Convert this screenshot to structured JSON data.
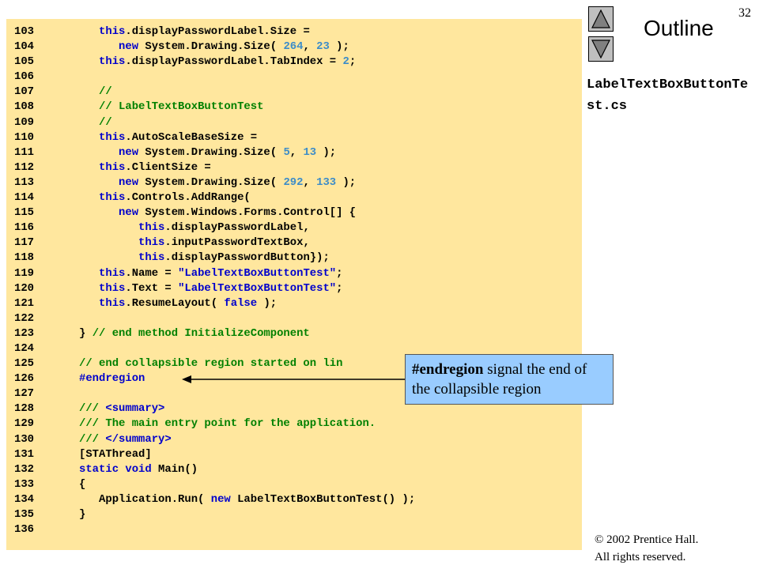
{
  "slide_number": "32",
  "outline": {
    "title": "Outline",
    "up_button": "up-arrow-icon",
    "down_button": "down-arrow-icon",
    "filename": "LabelTextBoxButtonTest.cs"
  },
  "callout": {
    "keyword": "#endregion",
    "text": " signal the end of the collapsible region"
  },
  "copyright": {
    "line1": "© 2002 Prentice Hall.",
    "line2": "All rights reserved."
  },
  "code_lines": [
    {
      "n": "103",
      "segs": [
        [
          "p",
          "         "
        ],
        [
          "k",
          "this"
        ],
        [
          "p",
          ".displayPasswordLabel.Size ="
        ]
      ]
    },
    {
      "n": "104",
      "segs": [
        [
          "p",
          "            "
        ],
        [
          "k",
          "new"
        ],
        [
          "p",
          " System.Drawing.Size( "
        ],
        [
          "n",
          "264"
        ],
        [
          "p",
          ", "
        ],
        [
          "n",
          "23"
        ],
        [
          "p",
          " );"
        ]
      ]
    },
    {
      "n": "105",
      "segs": [
        [
          "p",
          "         "
        ],
        [
          "k",
          "this"
        ],
        [
          "p",
          ".displayPasswordLabel.TabIndex = "
        ],
        [
          "n",
          "2"
        ],
        [
          "p",
          ";"
        ]
      ]
    },
    {
      "n": "106",
      "segs": []
    },
    {
      "n": "107",
      "segs": [
        [
          "p",
          "         "
        ],
        [
          "c",
          "//"
        ]
      ]
    },
    {
      "n": "108",
      "segs": [
        [
          "p",
          "         "
        ],
        [
          "c",
          "// LabelTextBoxButtonTest"
        ]
      ]
    },
    {
      "n": "109",
      "segs": [
        [
          "p",
          "         "
        ],
        [
          "c",
          "//"
        ]
      ]
    },
    {
      "n": "110",
      "segs": [
        [
          "p",
          "         "
        ],
        [
          "k",
          "this"
        ],
        [
          "p",
          ".AutoScaleBaseSize ="
        ]
      ]
    },
    {
      "n": "111",
      "segs": [
        [
          "p",
          "            "
        ],
        [
          "k",
          "new"
        ],
        [
          "p",
          " System.Drawing.Size( "
        ],
        [
          "n",
          "5"
        ],
        [
          "p",
          ", "
        ],
        [
          "n",
          "13"
        ],
        [
          "p",
          " );"
        ]
      ]
    },
    {
      "n": "112",
      "segs": [
        [
          "p",
          "         "
        ],
        [
          "k",
          "this"
        ],
        [
          "p",
          ".ClientSize ="
        ]
      ]
    },
    {
      "n": "113",
      "segs": [
        [
          "p",
          "            "
        ],
        [
          "k",
          "new"
        ],
        [
          "p",
          " System.Drawing.Size( "
        ],
        [
          "n",
          "292"
        ],
        [
          "p",
          ", "
        ],
        [
          "n",
          "133"
        ],
        [
          "p",
          " );"
        ]
      ]
    },
    {
      "n": "114",
      "segs": [
        [
          "p",
          "         "
        ],
        [
          "k",
          "this"
        ],
        [
          "p",
          ".Controls.AddRange("
        ]
      ]
    },
    {
      "n": "115",
      "segs": [
        [
          "p",
          "            "
        ],
        [
          "k",
          "new"
        ],
        [
          "p",
          " System.Windows.Forms.Control[] {"
        ]
      ]
    },
    {
      "n": "116",
      "segs": [
        [
          "p",
          "               "
        ],
        [
          "k",
          "this"
        ],
        [
          "p",
          ".displayPasswordLabel,"
        ]
      ]
    },
    {
      "n": "117",
      "segs": [
        [
          "p",
          "               "
        ],
        [
          "k",
          "this"
        ],
        [
          "p",
          ".inputPasswordTextBox,"
        ]
      ]
    },
    {
      "n": "118",
      "segs": [
        [
          "p",
          "               "
        ],
        [
          "k",
          "this"
        ],
        [
          "p",
          ".displayPasswordButton});"
        ]
      ]
    },
    {
      "n": "119",
      "segs": [
        [
          "p",
          "         "
        ],
        [
          "k",
          "this"
        ],
        [
          "p",
          ".Name = "
        ],
        [
          "s",
          "\"LabelTextBoxButtonTest\""
        ],
        [
          "p",
          ";"
        ]
      ]
    },
    {
      "n": "120",
      "segs": [
        [
          "p",
          "         "
        ],
        [
          "k",
          "this"
        ],
        [
          "p",
          ".Text = "
        ],
        [
          "s",
          "\"LabelTextBoxButtonTest\""
        ],
        [
          "p",
          ";"
        ]
      ]
    },
    {
      "n": "121",
      "segs": [
        [
          "p",
          "         "
        ],
        [
          "k",
          "this"
        ],
        [
          "p",
          ".ResumeLayout( "
        ],
        [
          "k",
          "false"
        ],
        [
          "p",
          " );"
        ]
      ]
    },
    {
      "n": "122",
      "segs": []
    },
    {
      "n": "123",
      "segs": [
        [
          "p",
          "      } "
        ],
        [
          "c",
          "// end method InitializeComponent"
        ]
      ]
    },
    {
      "n": "124",
      "segs": []
    },
    {
      "n": "125",
      "segs": [
        [
          "p",
          "      "
        ],
        [
          "c",
          "// end collapsible region started on lin"
        ]
      ]
    },
    {
      "n": "126",
      "segs": [
        [
          "p",
          "      "
        ],
        [
          "k",
          "#endregion"
        ]
      ]
    },
    {
      "n": "127",
      "segs": []
    },
    {
      "n": "128",
      "segs": [
        [
          "p",
          "      "
        ],
        [
          "c",
          "/// "
        ],
        [
          "k",
          "<summary>"
        ]
      ]
    },
    {
      "n": "129",
      "segs": [
        [
          "p",
          "      "
        ],
        [
          "c",
          "/// The main entry point for the application."
        ]
      ]
    },
    {
      "n": "130",
      "segs": [
        [
          "p",
          "      "
        ],
        [
          "c",
          "/// "
        ],
        [
          "k",
          "</summary>"
        ]
      ]
    },
    {
      "n": "131",
      "segs": [
        [
          "p",
          "      [STAThread]"
        ]
      ]
    },
    {
      "n": "132",
      "segs": [
        [
          "p",
          "      "
        ],
        [
          "k",
          "static"
        ],
        [
          "p",
          " "
        ],
        [
          "k",
          "void"
        ],
        [
          "p",
          " Main()"
        ]
      ]
    },
    {
      "n": "133",
      "segs": [
        [
          "p",
          "      {"
        ]
      ]
    },
    {
      "n": "134",
      "segs": [
        [
          "p",
          "         Application.Run( "
        ],
        [
          "k",
          "new"
        ],
        [
          "p",
          " LabelTextBoxButtonTest() );"
        ]
      ]
    },
    {
      "n": "135",
      "segs": [
        [
          "p",
          "      }"
        ]
      ]
    },
    {
      "n": "136",
      "segs": []
    }
  ]
}
